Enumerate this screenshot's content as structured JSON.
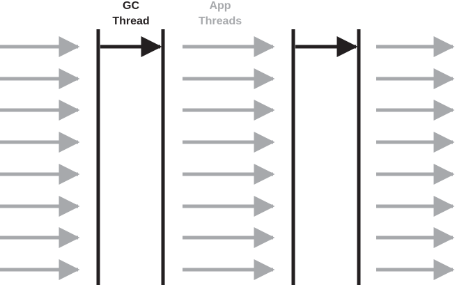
{
  "labels": {
    "gc_line1": "GC",
    "gc_line2": "Thread",
    "app_line1": "App",
    "app_line2": "Threads"
  },
  "colors": {
    "background": "#ffffff",
    "gc_thread": "#231f20",
    "app_threads": "#a7a9ac"
  },
  "diagram": {
    "app_thread_count": 8,
    "app_thread_segments": 3,
    "gc_pauses": 2
  }
}
